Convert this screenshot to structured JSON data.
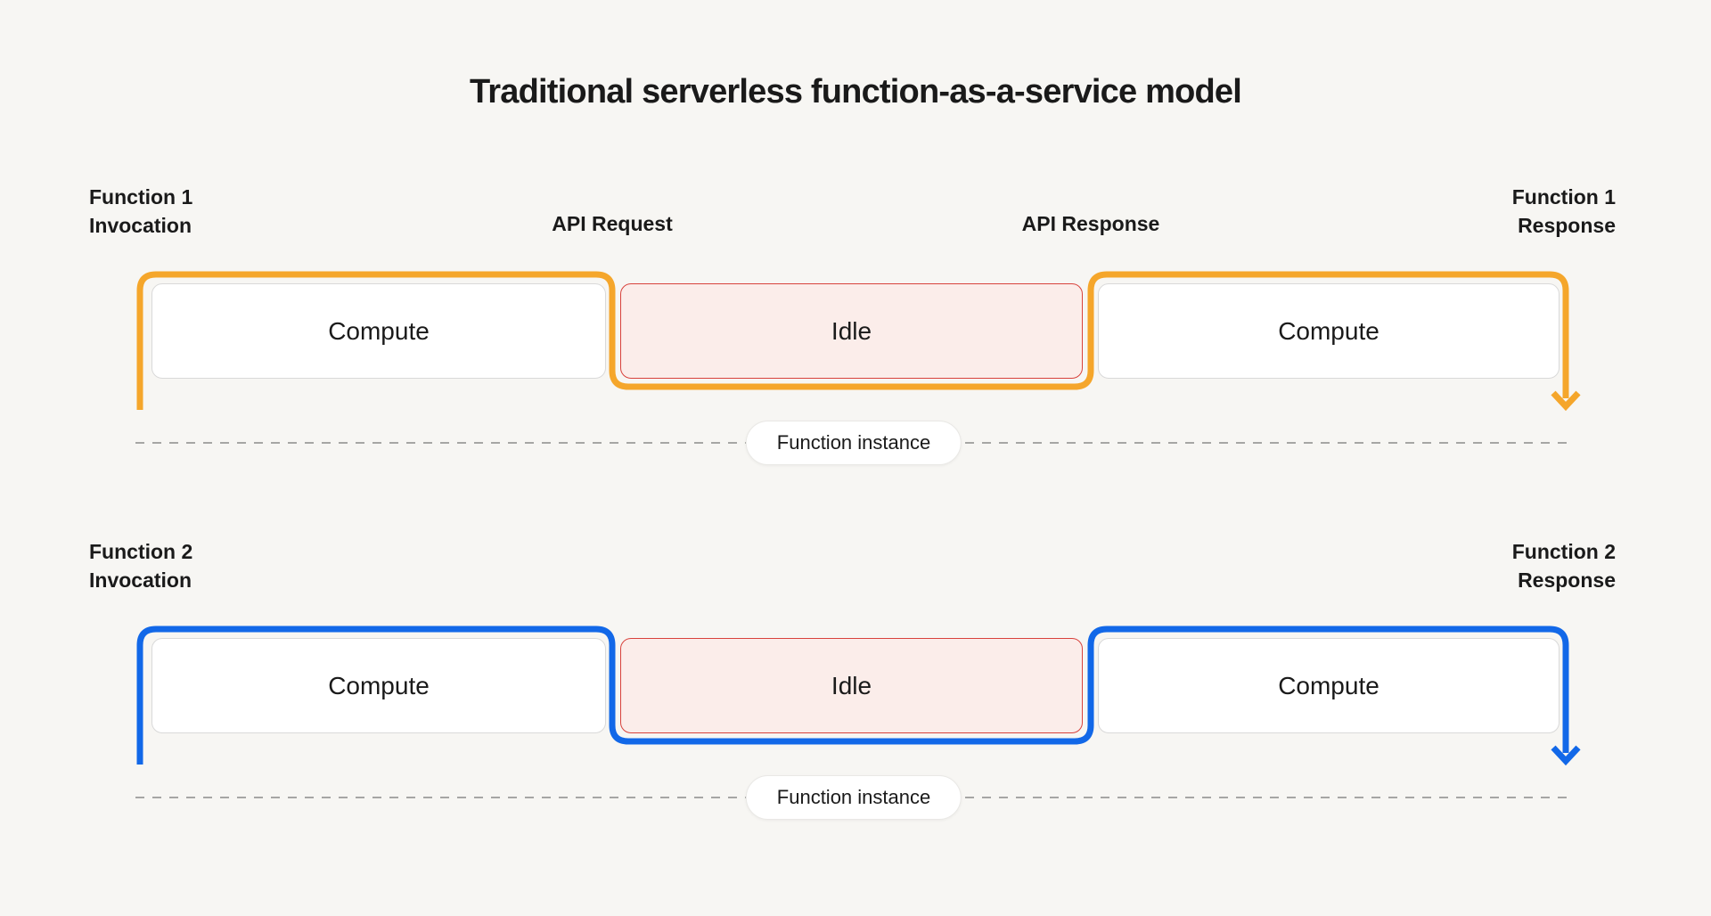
{
  "title": "Traditional serverless function-as-a-service model",
  "colors": {
    "background": "#F7F6F3",
    "text": "#1A1A1A",
    "box_bg": "#FFFFFF",
    "box_border": "#D9D9D9",
    "idle_bg": "#FBEDEA",
    "idle_border": "#D8423C",
    "dashed_line": "#A6A6A4",
    "row1_flow": "#F5A62B",
    "row2_flow": "#1268E8"
  },
  "rows": [
    {
      "invocation_title": "Function 1",
      "invocation_subtitle": "Invocation",
      "api_request_label": "API Request",
      "api_response_label": "API Response",
      "response_title": "Function 1",
      "response_subtitle": "Response",
      "flow_color": "#F5A62B",
      "boxes": [
        {
          "label": "Compute"
        },
        {
          "label": "Idle"
        },
        {
          "label": "Compute"
        }
      ],
      "instance_label": "Function instance"
    },
    {
      "invocation_title": "Function 2",
      "invocation_subtitle": "Invocation",
      "response_title": "Function 2",
      "response_subtitle": "Response",
      "flow_color": "#1268E8",
      "boxes": [
        {
          "label": "Compute"
        },
        {
          "label": "Idle"
        },
        {
          "label": "Compute"
        }
      ],
      "instance_label": "Function instance"
    }
  ]
}
